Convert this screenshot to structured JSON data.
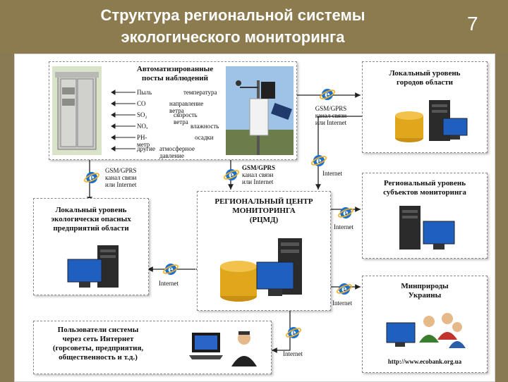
{
  "header": {
    "title_line1": "Структура региональной системы",
    "title_line2": "экологического мониторинга",
    "slide_number": "7"
  },
  "posts": {
    "title_line1": "Автоматизированные",
    "title_line2": "посты наблюдений",
    "params_left": [
      "Пыль",
      "CO",
      "SO₂",
      "NOₓ",
      "PH-метр",
      "другие"
    ],
    "params_right": [
      "температура",
      "направление ветра",
      "скорость ветра",
      "влажность",
      "осадки",
      "атмосферное давление"
    ]
  },
  "local_cities": {
    "line1": "Локальный уровень",
    "line2": "городов области"
  },
  "regional_subjects": {
    "line1": "Региональный уровень",
    "line2": "субъектов мониторинга"
  },
  "local_enterprises": {
    "line1": "Локальный уровень",
    "line2": "экологически опасных",
    "line3": "предприятий области"
  },
  "center": {
    "line1": "РЕГИОНАЛЬНЫЙ ЦЕНТР",
    "line2": "МОНИТОРИНГА",
    "line3": "(РЦМД)"
  },
  "ministry": {
    "line1": "Минприроды",
    "line2": "Украины",
    "url": "http://www.ecobank.org.ua"
  },
  "users": {
    "line1": "Пользователи системы",
    "line2": "через сеть Интернет",
    "line3": "(горсоветы, предприятия,",
    "line4": "общественность и т.д.)"
  },
  "links": {
    "gsm_right": {
      "line1": "GSM/GPRS",
      "line2": "канал связи",
      "line3": "или Internet"
    },
    "gsm_left": {
      "line1": "GSM/GPRS",
      "line2": "канал связи",
      "line3": "или Internet"
    },
    "gsm_center": {
      "line1": "GSM/GPRS",
      "line2": "канал связи",
      "line3": "или Internet"
    },
    "internet_1": "Internet",
    "internet_2": "Internet",
    "internet_3": "Internet",
    "internet_4": "Internet",
    "internet_5": "Internet"
  },
  "colors": {
    "header": "#8c7b4e",
    "ie_blue": "#1c6fd1",
    "ie_ring": "#f2b01e",
    "coin": "#e0a71c"
  }
}
